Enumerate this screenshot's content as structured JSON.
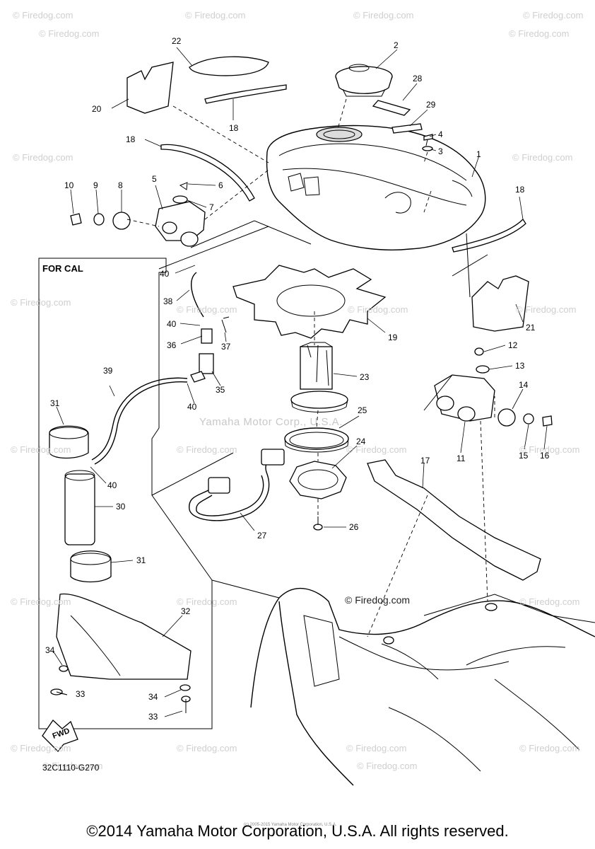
{
  "watermark": "© Firedog.com",
  "center_watermark": "Yamaha Motor Corp., U.S.A.",
  "inline_copyright": "© Firedog.com",
  "section_label": "FOR CAL",
  "fwd_label": "FWD",
  "diagram_code": "32C1110-G270",
  "footer": "©2014 Yamaha Motor Corporation, U.S.A. All rights reserved.",
  "tiny_copyright": "(c) 2005-2015 Yamaha Motor Corporation, U.S.A.",
  "callouts": {
    "c1": "1",
    "c2": "2",
    "c3": "3",
    "c4": "4",
    "c5": "5",
    "c6": "6",
    "c7": "7",
    "c8": "8",
    "c9": "9",
    "c10": "10",
    "c11": "11",
    "c12": "12",
    "c13": "13",
    "c14": "14",
    "c15": "15",
    "c16": "16",
    "c17": "17",
    "c18a": "18",
    "c18b": "18",
    "c18c": "18",
    "c19": "19",
    "c20": "20",
    "c21": "21",
    "c22": "22",
    "c23": "23",
    "c24": "24",
    "c25": "25",
    "c26": "26",
    "c27": "27",
    "c28": "28",
    "c29": "29",
    "c30": "30",
    "c31a": "31",
    "c31b": "31",
    "c32": "32",
    "c33a": "33",
    "c33b": "33",
    "c34a": "34",
    "c34b": "34",
    "c35": "35",
    "c36": "36",
    "c37": "37",
    "c38": "38",
    "c39": "39",
    "c40a": "40",
    "c40b": "40",
    "c40c": "40",
    "c40d": "40"
  }
}
